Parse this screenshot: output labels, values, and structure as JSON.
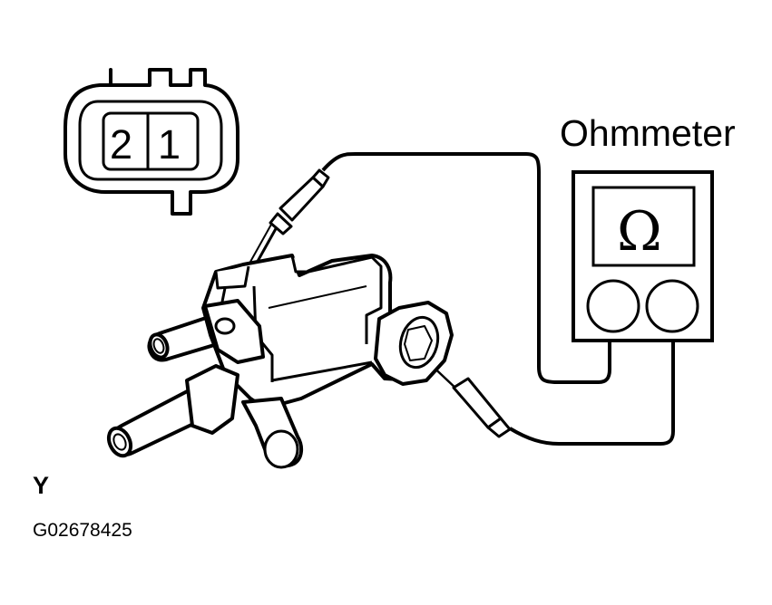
{
  "connector": {
    "pin_left": "2",
    "pin_right": "1"
  },
  "meter": {
    "title": "Ohmmeter",
    "symbol": "Ω"
  },
  "view_letter": "Y",
  "figure_code": "G02678425"
}
